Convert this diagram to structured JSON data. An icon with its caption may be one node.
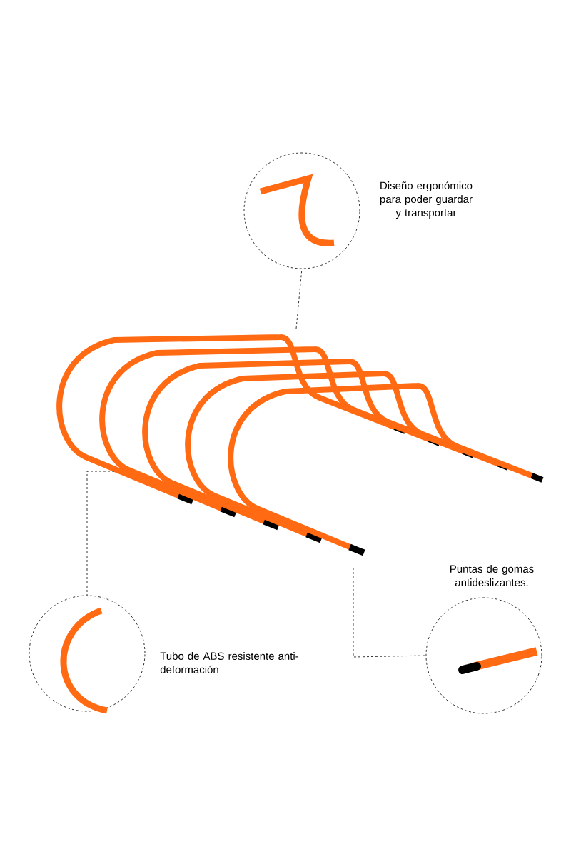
{
  "diagram": {
    "nodes": [
      {
        "text": [],
        "shape": "picture",
        "beside": [
          "Diseño ergonómico para poder guardar y transportar"
        ]
      },
      {
        "text": [],
        "shape": "picture",
        "beside": [
          "Tubo de ABS resistente anti-deformación"
        ]
      },
      {
        "text": [],
        "shape": "picture",
        "beside": [
          "Puntas de gomas antideslizantes."
        ]
      }
    ],
    "edges": [
      {
        "from": null,
        "to": 0,
        "arrow": "none",
        "style": "dashed"
      },
      {
        "from": null,
        "to": 1,
        "arrow": "none",
        "style": "dashed"
      },
      {
        "from": null,
        "to": 2,
        "arrow": "none",
        "style": "dashed"
      }
    ]
  }
}
